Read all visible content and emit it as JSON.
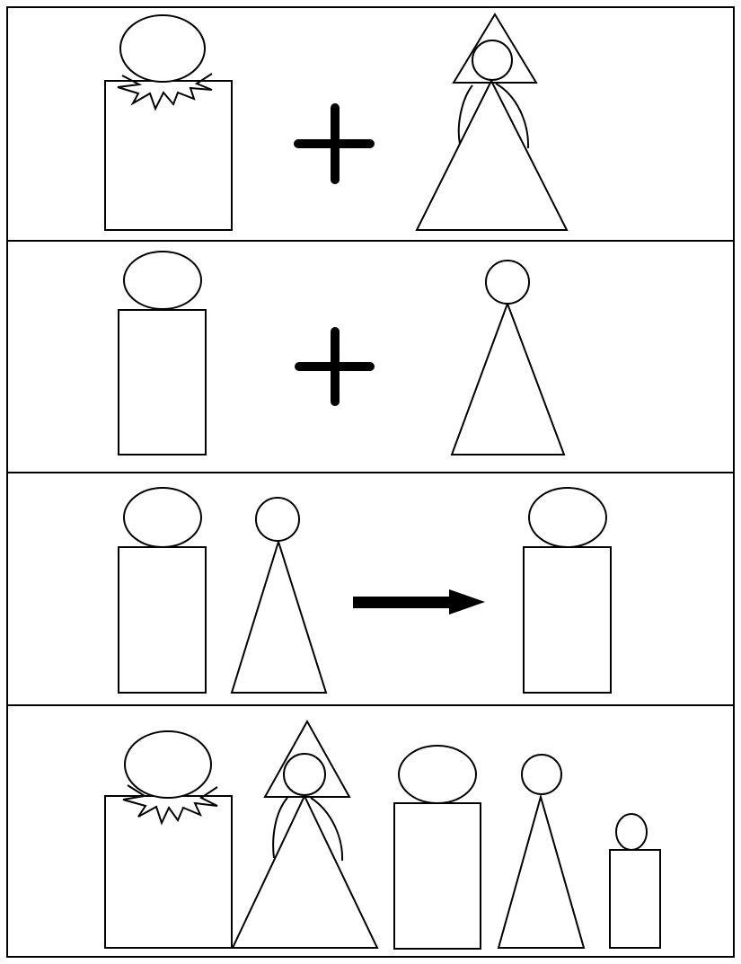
{
  "diagram": {
    "panels": [
      {
        "id": "panel-1",
        "figures": [
          "crowned-man",
          "hat-woman"
        ],
        "connector": "plus"
      },
      {
        "id": "panel-2",
        "figures": [
          "man",
          "woman"
        ],
        "connector": "plus"
      },
      {
        "id": "panel-3",
        "figures": [
          "man",
          "woman",
          "man"
        ],
        "connector": "arrow"
      },
      {
        "id": "panel-4",
        "figures": [
          "crowned-man",
          "hat-woman",
          "man",
          "woman",
          "child"
        ],
        "connector": "none"
      }
    ],
    "colors": {
      "line": "#000000",
      "fill": "#ffffff"
    }
  }
}
